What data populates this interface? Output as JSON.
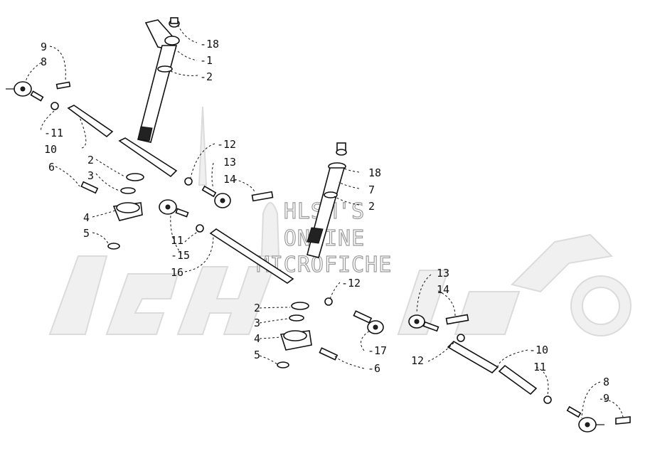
{
  "watermark": {
    "line1": "HLSM'S",
    "line2": "ONLINE",
    "line3": "MICROFICHE"
  },
  "callouts": [
    "-18",
    "-1",
    "-2",
    "9",
    "8",
    "-11",
    "10",
    "2",
    "3",
    "6",
    "4",
    "5",
    "-12",
    "13",
    "14",
    "11",
    "-15",
    "16",
    "18",
    "7",
    "2",
    "-12",
    "2",
    "3",
    "4",
    "5",
    "-17",
    "-6",
    "13",
    "14",
    "12",
    "-10",
    "11",
    "8",
    "9"
  ]
}
